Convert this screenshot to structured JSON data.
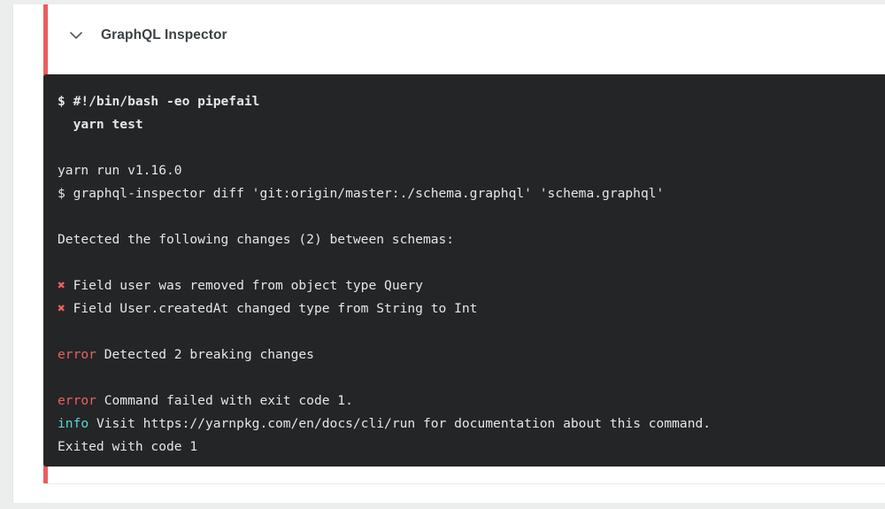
{
  "theme": {
    "page_background": "#eceded",
    "card_background": "#ffffff",
    "status_rail_color": "#ea5c5c",
    "console_background": "#242526",
    "console_text_color": "#e6e6e6",
    "error_color": "#e8615f",
    "info_color": "#5fd4d6",
    "title_color": "#3c4144"
  },
  "step": {
    "toggle_icon": "chevron-down-icon",
    "title": "GraphQL Inspector",
    "expanded": true
  },
  "console": {
    "lines": [
      {
        "id": "cmd-shebang",
        "type": "command",
        "segments": [
          {
            "style": "plain",
            "text": "$ #!/bin/bash -eo pipefail"
          }
        ]
      },
      {
        "id": "cmd-yarn-test",
        "type": "command",
        "segments": [
          {
            "style": "plain",
            "text": "  yarn test"
          }
        ]
      },
      {
        "id": "blank-1",
        "type": "blank",
        "segments": []
      },
      {
        "id": "out-yarn-run",
        "type": "output",
        "segments": [
          {
            "style": "plain",
            "text": "yarn run v1.16.0"
          }
        ]
      },
      {
        "id": "out-inspector-diff",
        "type": "output",
        "segments": [
          {
            "style": "plain",
            "text": "$ graphql-inspector diff 'git:origin/master:./schema.graphql' 'schema.graphql'"
          }
        ]
      },
      {
        "id": "blank-2",
        "type": "blank",
        "segments": []
      },
      {
        "id": "out-detected-changes",
        "type": "output",
        "segments": [
          {
            "style": "plain",
            "text": "Detected the following changes (2) between schemas:"
          }
        ]
      },
      {
        "id": "blank-3",
        "type": "blank",
        "segments": []
      },
      {
        "id": "out-change-1",
        "type": "output",
        "segments": [
          {
            "style": "cross",
            "text": "✖"
          },
          {
            "style": "plain",
            "text": " Field user was removed from object type Query"
          }
        ]
      },
      {
        "id": "out-change-2",
        "type": "output",
        "segments": [
          {
            "style": "cross",
            "text": "✖"
          },
          {
            "style": "plain",
            "text": " Field User.createdAt changed type from String to Int"
          }
        ]
      },
      {
        "id": "blank-4",
        "type": "blank",
        "segments": []
      },
      {
        "id": "out-error-breaking",
        "type": "output",
        "segments": [
          {
            "style": "error",
            "text": "error"
          },
          {
            "style": "plain",
            "text": " Detected 2 breaking changes"
          }
        ]
      },
      {
        "id": "blank-5",
        "type": "blank",
        "segments": []
      },
      {
        "id": "out-error-command-failed",
        "type": "output",
        "segments": [
          {
            "style": "error",
            "text": "error"
          },
          {
            "style": "plain",
            "text": " Command failed with exit code 1."
          }
        ]
      },
      {
        "id": "out-info-visit",
        "type": "output",
        "segments": [
          {
            "style": "info",
            "text": "info"
          },
          {
            "style": "plain",
            "text": " Visit https://yarnpkg.com/en/docs/cli/run for documentation about this command."
          }
        ]
      },
      {
        "id": "out-exited",
        "type": "output",
        "segments": [
          {
            "style": "plain",
            "text": "Exited with code 1"
          }
        ]
      }
    ]
  }
}
